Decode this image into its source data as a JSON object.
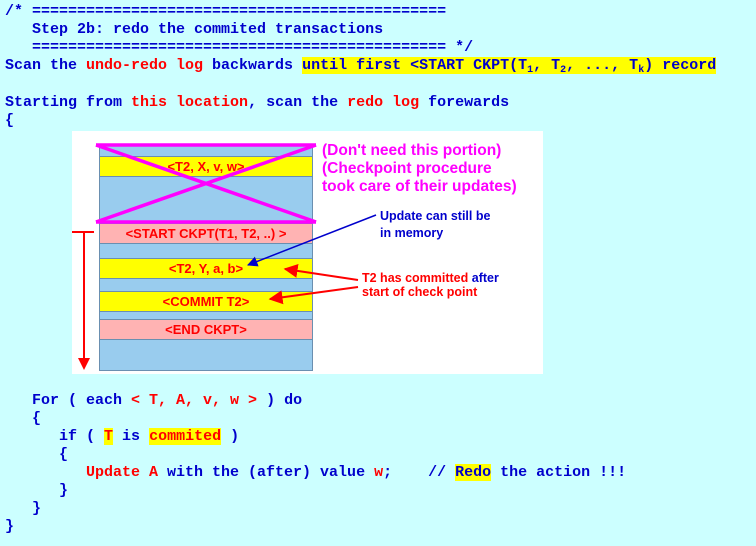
{
  "code": {
    "comment_open": "/* ==============================================",
    "comment_indent": "   ",
    "comment_title": "Step 2b: redo the commited transactions",
    "comment_close": "   ============================================== */",
    "scan_1": "Scan the ",
    "scan_2": "undo-redo log",
    "scan_3": " backwards ",
    "scan_4": "until first <START CKPT(T",
    "scan_sub1": "1",
    "scan_5": ", T",
    "scan_sub2": "2",
    "scan_6": ", ..., T",
    "scan_subk": "k",
    "scan_7": ") record",
    "start_1": "Starting from ",
    "start_2": "this location",
    "start_3": ", scan the ",
    "start_4": "redo log",
    "start_5": " forewards",
    "brace_open": "{",
    "for_1": "   For ( each ",
    "for_2": "< T, A, v, w >",
    "for_3": " ) do",
    "for_brace_open": "   {",
    "if_1": "      if ( ",
    "if_2": "T",
    "if_3": " is ",
    "if_4": "commited",
    "if_5": " )",
    "if_brace_open": "      {",
    "upd_indent": "         ",
    "upd_1": "Update A",
    "upd_2": " with the (after) value ",
    "upd_3": "w",
    "upd_4": ";    // ",
    "upd_5": "Redo",
    "upd_6": " the action !!!",
    "if_brace_close": "      }",
    "for_brace_close": "   }",
    "brace_close": "}"
  },
  "diagram": {
    "blocks": [
      {
        "label": "<T2, X, v, w>",
        "color": "yellow"
      },
      {
        "label": "<START CKPT(T1, T2, ..) >",
        "color": "pink"
      },
      {
        "label": "<T2, Y, a, b>",
        "color": "yellow"
      },
      {
        "label": "<COMMIT T2>",
        "color": "yellow"
      },
      {
        "label": "<END CKPT>",
        "color": "pink"
      }
    ],
    "magenta_note_1": "(Don't need this portion)",
    "magenta_note_2": "(Checkpoint procedure",
    "magenta_note_3": "took care of their updates)",
    "blue_note_1": "Update can still be",
    "blue_note_2": "in memory",
    "red_note_1a": "T2 has committed",
    "red_note_1b": " after",
    "red_note_2": "start of check point",
    "colors": {
      "background": "#ccffff",
      "code_blue": "#0000cc",
      "keyword_red": "#ff0000",
      "highlight": "#ffff00",
      "cross_magenta": "#ff00ff",
      "log_blue": "#99ccee",
      "log_pink": "#ffb3b3"
    }
  }
}
